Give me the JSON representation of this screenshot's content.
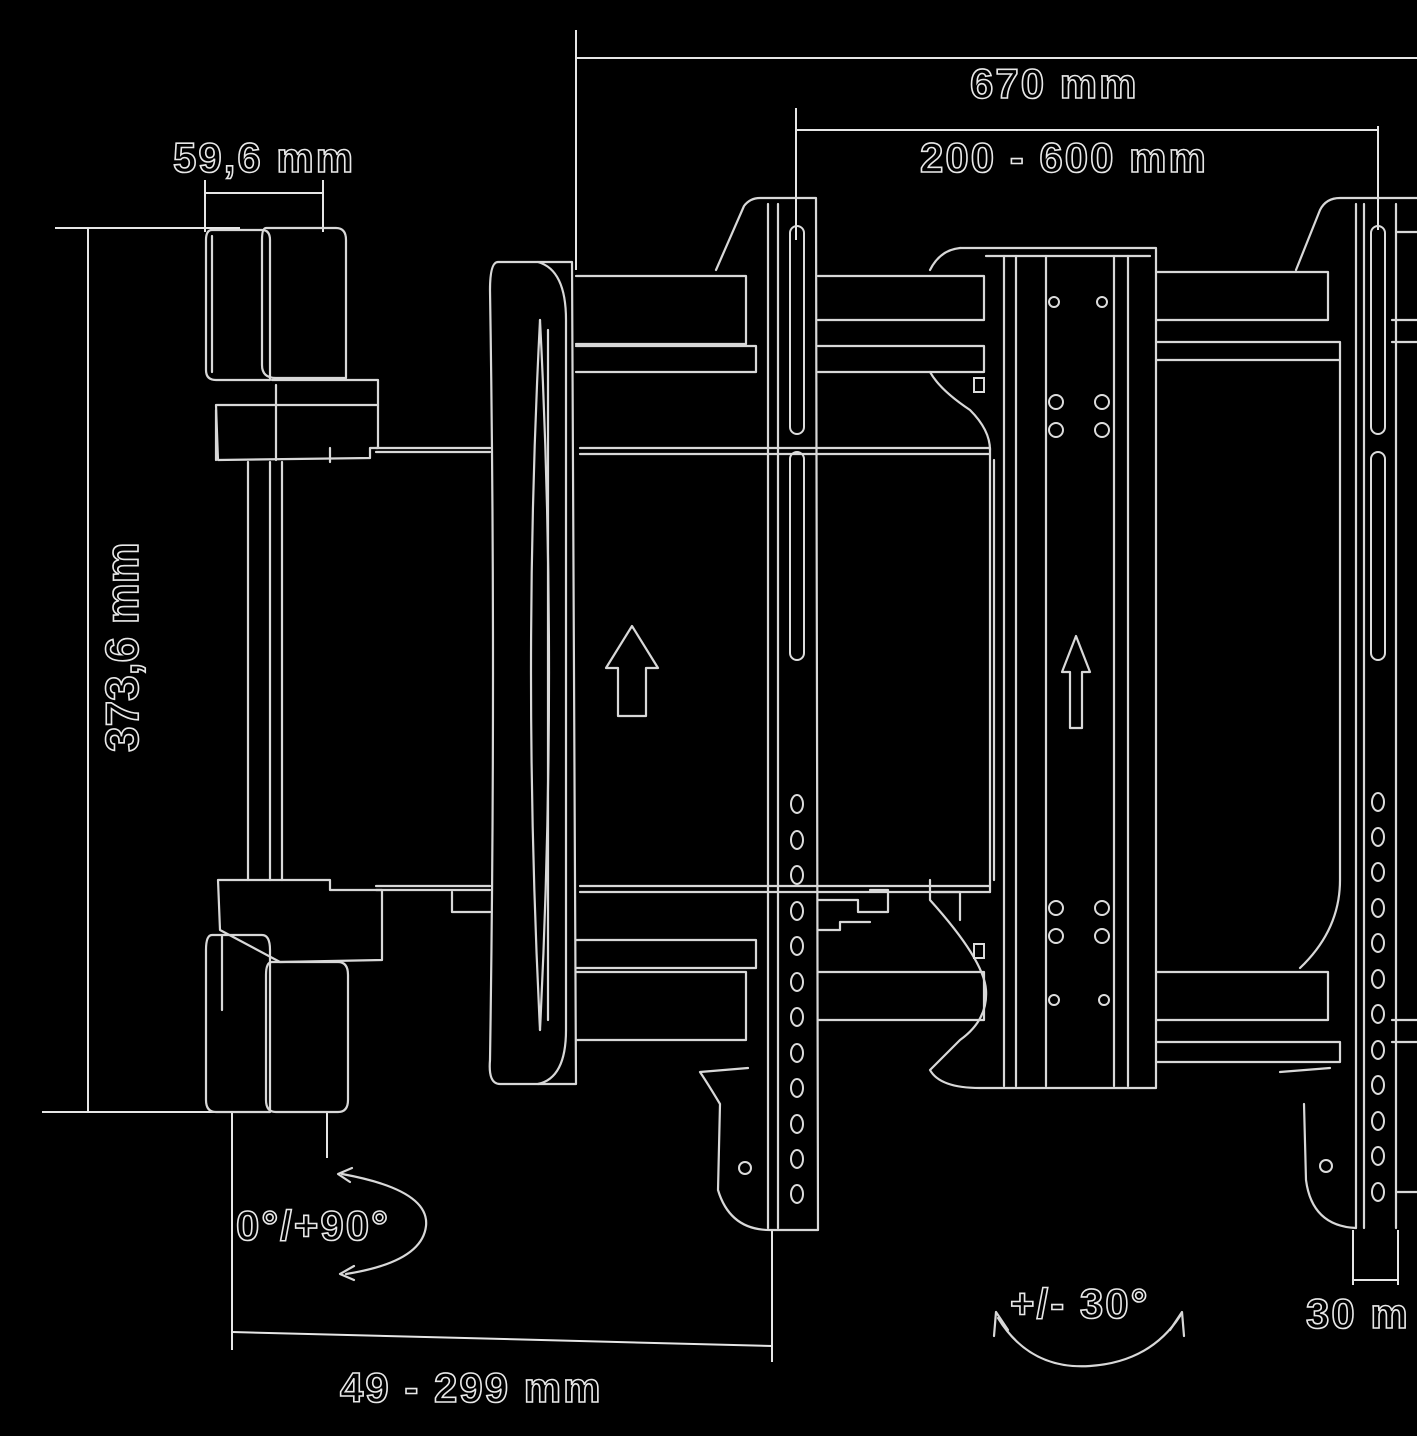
{
  "labels": {
    "total_width": "670 mm",
    "vesa_range": "200 - 600 mm",
    "arm_width": "59,6 mm",
    "height": "373,6 mm",
    "rotation": "0°/+90°",
    "extension": "49 - 299 mm",
    "tilt": "+/- 30°",
    "depth": "30 m"
  },
  "colors": {
    "background": "#000000",
    "line": "#d8d8d8"
  }
}
